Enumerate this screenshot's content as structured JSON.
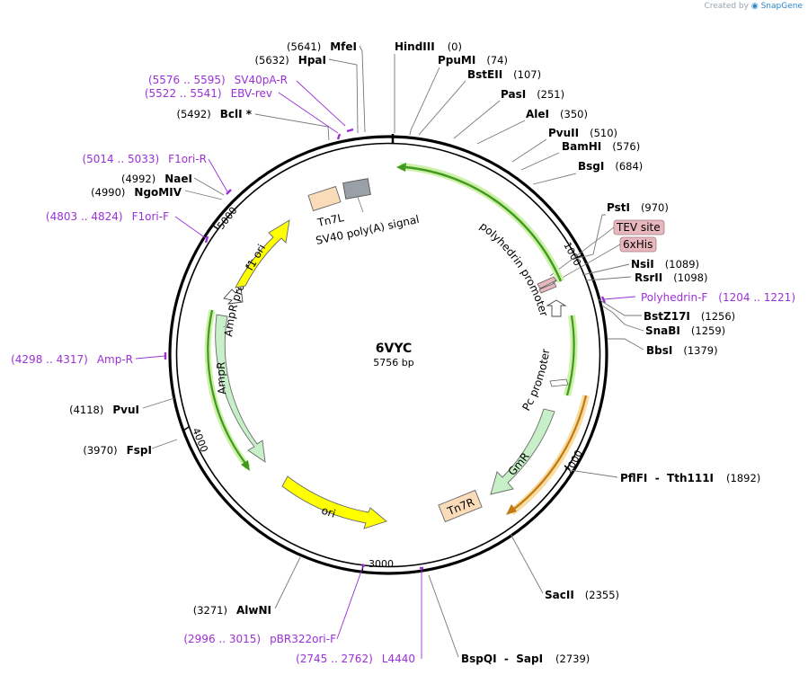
{
  "credit": {
    "text": "Created by",
    "brand": "SnapGene"
  },
  "plasmid": {
    "name": "6VYC",
    "size": "5756 bp"
  },
  "ticks": [
    "1000",
    "2000",
    "3000",
    "4000",
    "5000"
  ],
  "enzymes": [
    {
      "name": "HindIII",
      "pos": "(0)"
    },
    {
      "name": "PpuMI",
      "pos": "(74)"
    },
    {
      "name": "BstEII",
      "pos": "(107)"
    },
    {
      "name": "PasI",
      "pos": "(251)"
    },
    {
      "name": "AleI",
      "pos": "(350)"
    },
    {
      "name": "PvuII",
      "pos": "(510)"
    },
    {
      "name": "BamHI",
      "pos": "(576)"
    },
    {
      "name": "BsgI",
      "pos": "(684)"
    },
    {
      "name": "PstI",
      "pos": "(970)"
    },
    {
      "name": "NsiI",
      "pos": "(1089)"
    },
    {
      "name": "RsrII",
      "pos": "(1098)"
    },
    {
      "name": "BstZ17I",
      "pos": "(1256)"
    },
    {
      "name": "SnaBI",
      "pos": "(1259)"
    },
    {
      "name": "BbsI",
      "pos": "(1379)"
    },
    {
      "name": "PflFI  -  Tth111I",
      "pos": "(1892)"
    },
    {
      "name": "SacII",
      "pos": "(2355)"
    },
    {
      "name": "BspQI  -  SapI",
      "pos": "(2739)"
    },
    {
      "name": "AlwNI",
      "pos": "(3271)"
    },
    {
      "name": "FspI",
      "pos": "(3970)"
    },
    {
      "name": "PvuI",
      "pos": "(4118)"
    },
    {
      "name": "NgoMIV",
      "pos": "(4990)"
    },
    {
      "name": "NaeI",
      "pos": "(4992)"
    },
    {
      "name": "BclI *",
      "pos": "(5492)"
    },
    {
      "name": "HpaI",
      "pos": "(5632)"
    },
    {
      "name": "MfeI",
      "pos": "(5641)"
    }
  ],
  "primers": [
    {
      "name": "SV40pA-R",
      "range": "(5576 .. 5595)"
    },
    {
      "name": "EBV-rev",
      "range": "(5522 .. 5541)"
    },
    {
      "name": "F1ori-R",
      "range": "(5014 .. 5033)"
    },
    {
      "name": "F1ori-F",
      "range": "(4803 .. 4824)"
    },
    {
      "name": "Amp-R",
      "range": "(4298 .. 4317)"
    },
    {
      "name": "Polyhedrin-F",
      "range": "(1204 .. 1221)"
    },
    {
      "name": "pBR322ori-F",
      "range": "(2996 .. 3015)"
    },
    {
      "name": "L4440",
      "range": "(2745 .. 2762)"
    }
  ],
  "features": {
    "tag_tev": "TEV site",
    "tag_his": "6xHis",
    "tn7l": "Tn7L",
    "sv40": "SV40 poly(A) signal",
    "polyhedrin": "polyhedrin promoter",
    "pc": "Pc promoter",
    "gmr": "GmR",
    "tn7r": "Tn7R",
    "f1ori": "f1 ori",
    "ampr_promoter": "AmpR promoter",
    "ampr": "AmpR",
    "ori": "ori"
  },
  "colors": {
    "backbone": "#000000",
    "primer": "#9b30d9",
    "tn7": "#fbdcb8",
    "sv40": "#9aa0a8",
    "promoter_arc": "#3f9a1e",
    "promoter_glow": "#cdf0a8",
    "gmr": "#c8f0c8",
    "orange_arc": "#c07a12",
    "orange_glow": "#f8dca0",
    "yellow": "#ffff00",
    "tag_fill": "#e8b7be"
  }
}
